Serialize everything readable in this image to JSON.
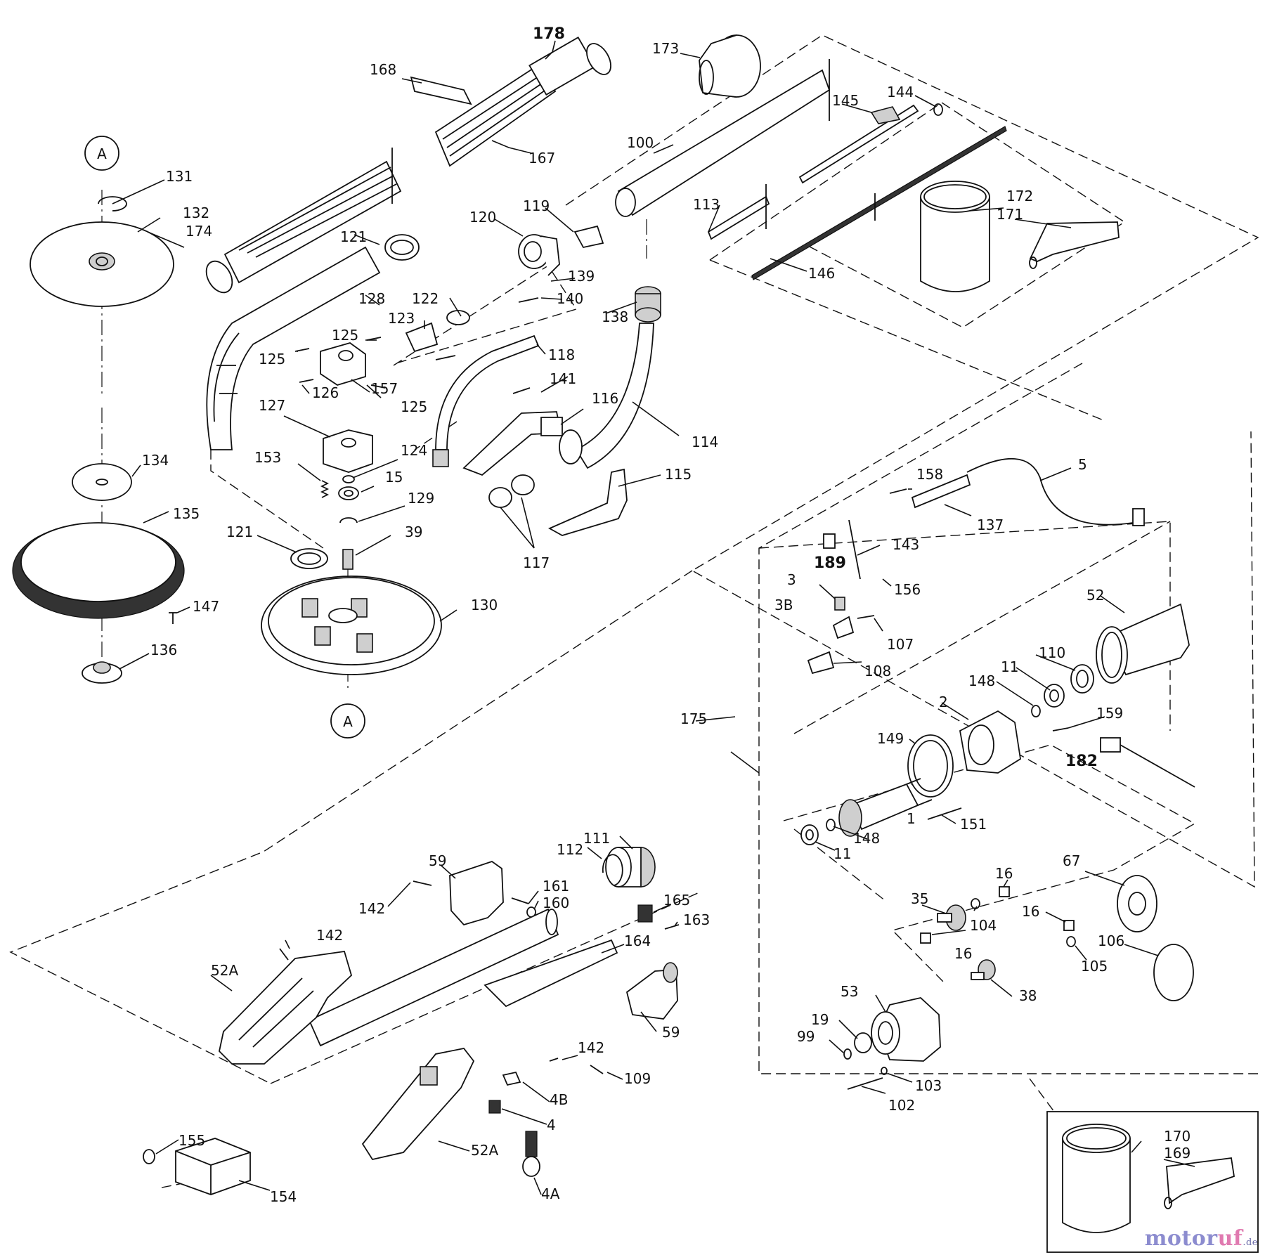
{
  "watermark": {
    "brand_a": "motor",
    "brand_b": "uf",
    "tld": ".de"
  },
  "callout_circle_label": "A",
  "labels": {
    "l1": "1",
    "l2": "2",
    "l3": "3",
    "l3b": "3B",
    "l4": "4",
    "l4a": "4A",
    "l4b": "4B",
    "l5": "5",
    "l11a": "11",
    "l11b": "11",
    "l15": "15",
    "l16a": "16",
    "l16b": "16",
    "l16c": "16",
    "l19": "19",
    "l35": "35",
    "l38": "38",
    "l39": "39",
    "l52": "52",
    "l52a1": "52A",
    "l52a2": "52A",
    "l53": "53",
    "l59a": "59",
    "l59b": "59",
    "l67": "67",
    "l99": "99",
    "l100": "100",
    "l102": "102",
    "l103": "103",
    "l104": "104",
    "l105": "105",
    "l106": "106",
    "l107": "107",
    "l108": "108",
    "l109": "109",
    "l110": "110",
    "l111": "111",
    "l112": "112",
    "l113": "113",
    "l114": "114",
    "l115": "115",
    "l116": "116",
    "l117": "117",
    "l118": "118",
    "l119": "119",
    "l120": "120",
    "l121a": "121",
    "l121b": "121",
    "l122": "122",
    "l123": "123",
    "l124": "124",
    "l125a": "125",
    "l125b": "125",
    "l125c": "125",
    "l126": "126",
    "l127": "127",
    "l128": "128",
    "l129": "129",
    "l130": "130",
    "l131": "131",
    "l132": "132",
    "l134": "134",
    "l135": "135",
    "l136": "136",
    "l137": "137",
    "l138": "138",
    "l139": "139",
    "l140": "140",
    "l141": "141",
    "l142a": "142",
    "l142b": "142",
    "l142c": "142",
    "l143": "143",
    "l144": "144",
    "l145": "145",
    "l146": "146",
    "l147": "147",
    "l148a": "148",
    "l148b": "148",
    "l149": "149",
    "l151": "151",
    "l153": "153",
    "l154": "154",
    "l155": "155",
    "l156": "156",
    "l157": "157",
    "l158": "158",
    "l159": "159",
    "l160": "160",
    "l161": "161",
    "l163": "163",
    "l164": "164",
    "l165": "165",
    "l167": "167",
    "l168": "168",
    "l169": "169",
    "l170": "170",
    "l171": "171",
    "l172": "172",
    "l173": "173",
    "l174": "174",
    "l175": "175",
    "l178": "178",
    "l182": "182",
    "l189": "189"
  }
}
